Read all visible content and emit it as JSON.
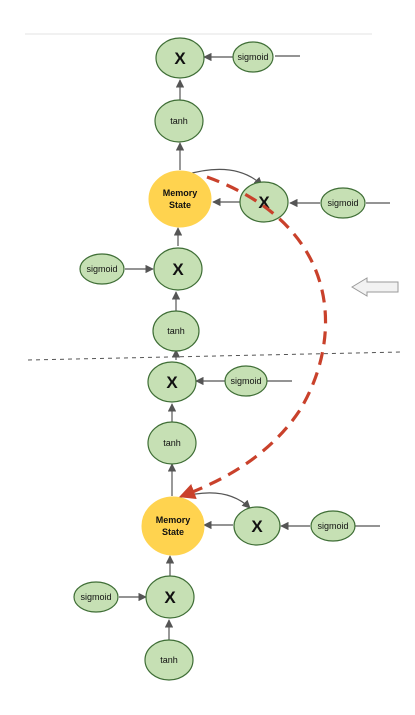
{
  "labels": {
    "multiply": "X",
    "sigmoid": "sigmoid",
    "tanh": "tanh",
    "memory_line1": "Memory",
    "memory_line2": "State"
  },
  "colors": {
    "gate_fill": "#c6e0b4",
    "gate_stroke": "#3f6e36",
    "memory_fill": "#ffd34f",
    "dashed_path": "#c9412b",
    "divider": "#555555",
    "side_arrow_fill": "#f2f2f2"
  },
  "icons": {
    "side_arrow": "left-arrow-icon"
  }
}
